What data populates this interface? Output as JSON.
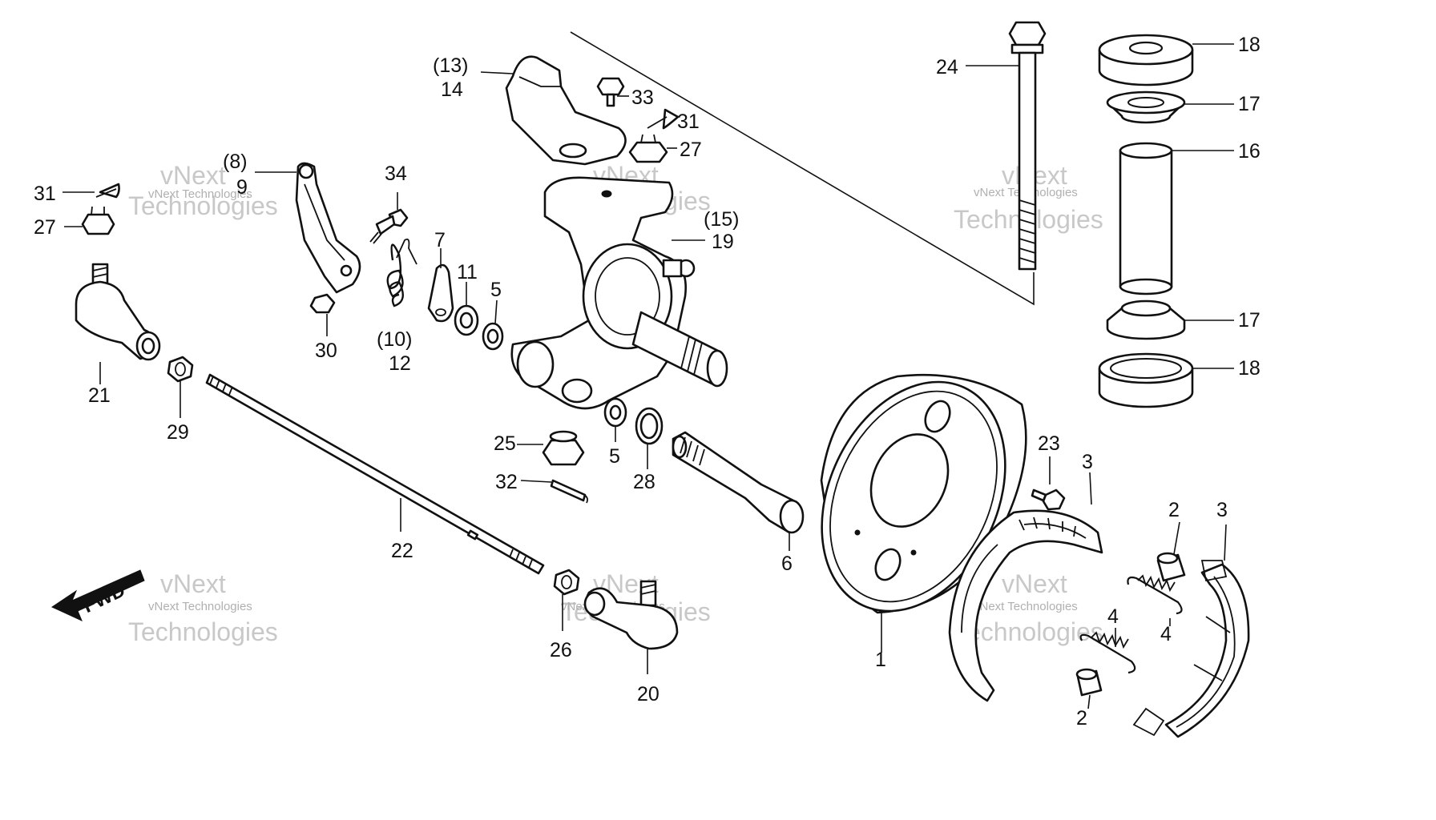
{
  "watermark": {
    "company_line": "vNext Technologies",
    "big_a": "vNext",
    "big_b": "Technologies"
  },
  "fwd_label": "FWD",
  "callouts": {
    "p1": "1",
    "p2a": "2",
    "p2b": "2",
    "p3a": "3",
    "p3b": "3",
    "p4a": "4",
    "p4b": "4",
    "p5a": "5",
    "p5b": "5",
    "p6": "6",
    "p8": "(8)",
    "p9": "9",
    "p10": "(10)",
    "p11": "11",
    "p12": "12",
    "p13": "(13)",
    "p14": "14",
    "p15": "(15)",
    "p16": "16",
    "p17a": "17",
    "p17b": "17",
    "p18a": "18",
    "p18b": "18",
    "p19": "19",
    "p20": "20",
    "p21": "21",
    "p22": "22",
    "p23": "23",
    "p24": "24",
    "p25": "25",
    "p26": "26",
    "p27a": "27",
    "p27b": "27",
    "p28": "28",
    "p29": "29",
    "p30": "30",
    "p31a": "31",
    "p31b": "31",
    "p32": "32",
    "p33": "33",
    "p34": "34",
    "p7": "7"
  }
}
